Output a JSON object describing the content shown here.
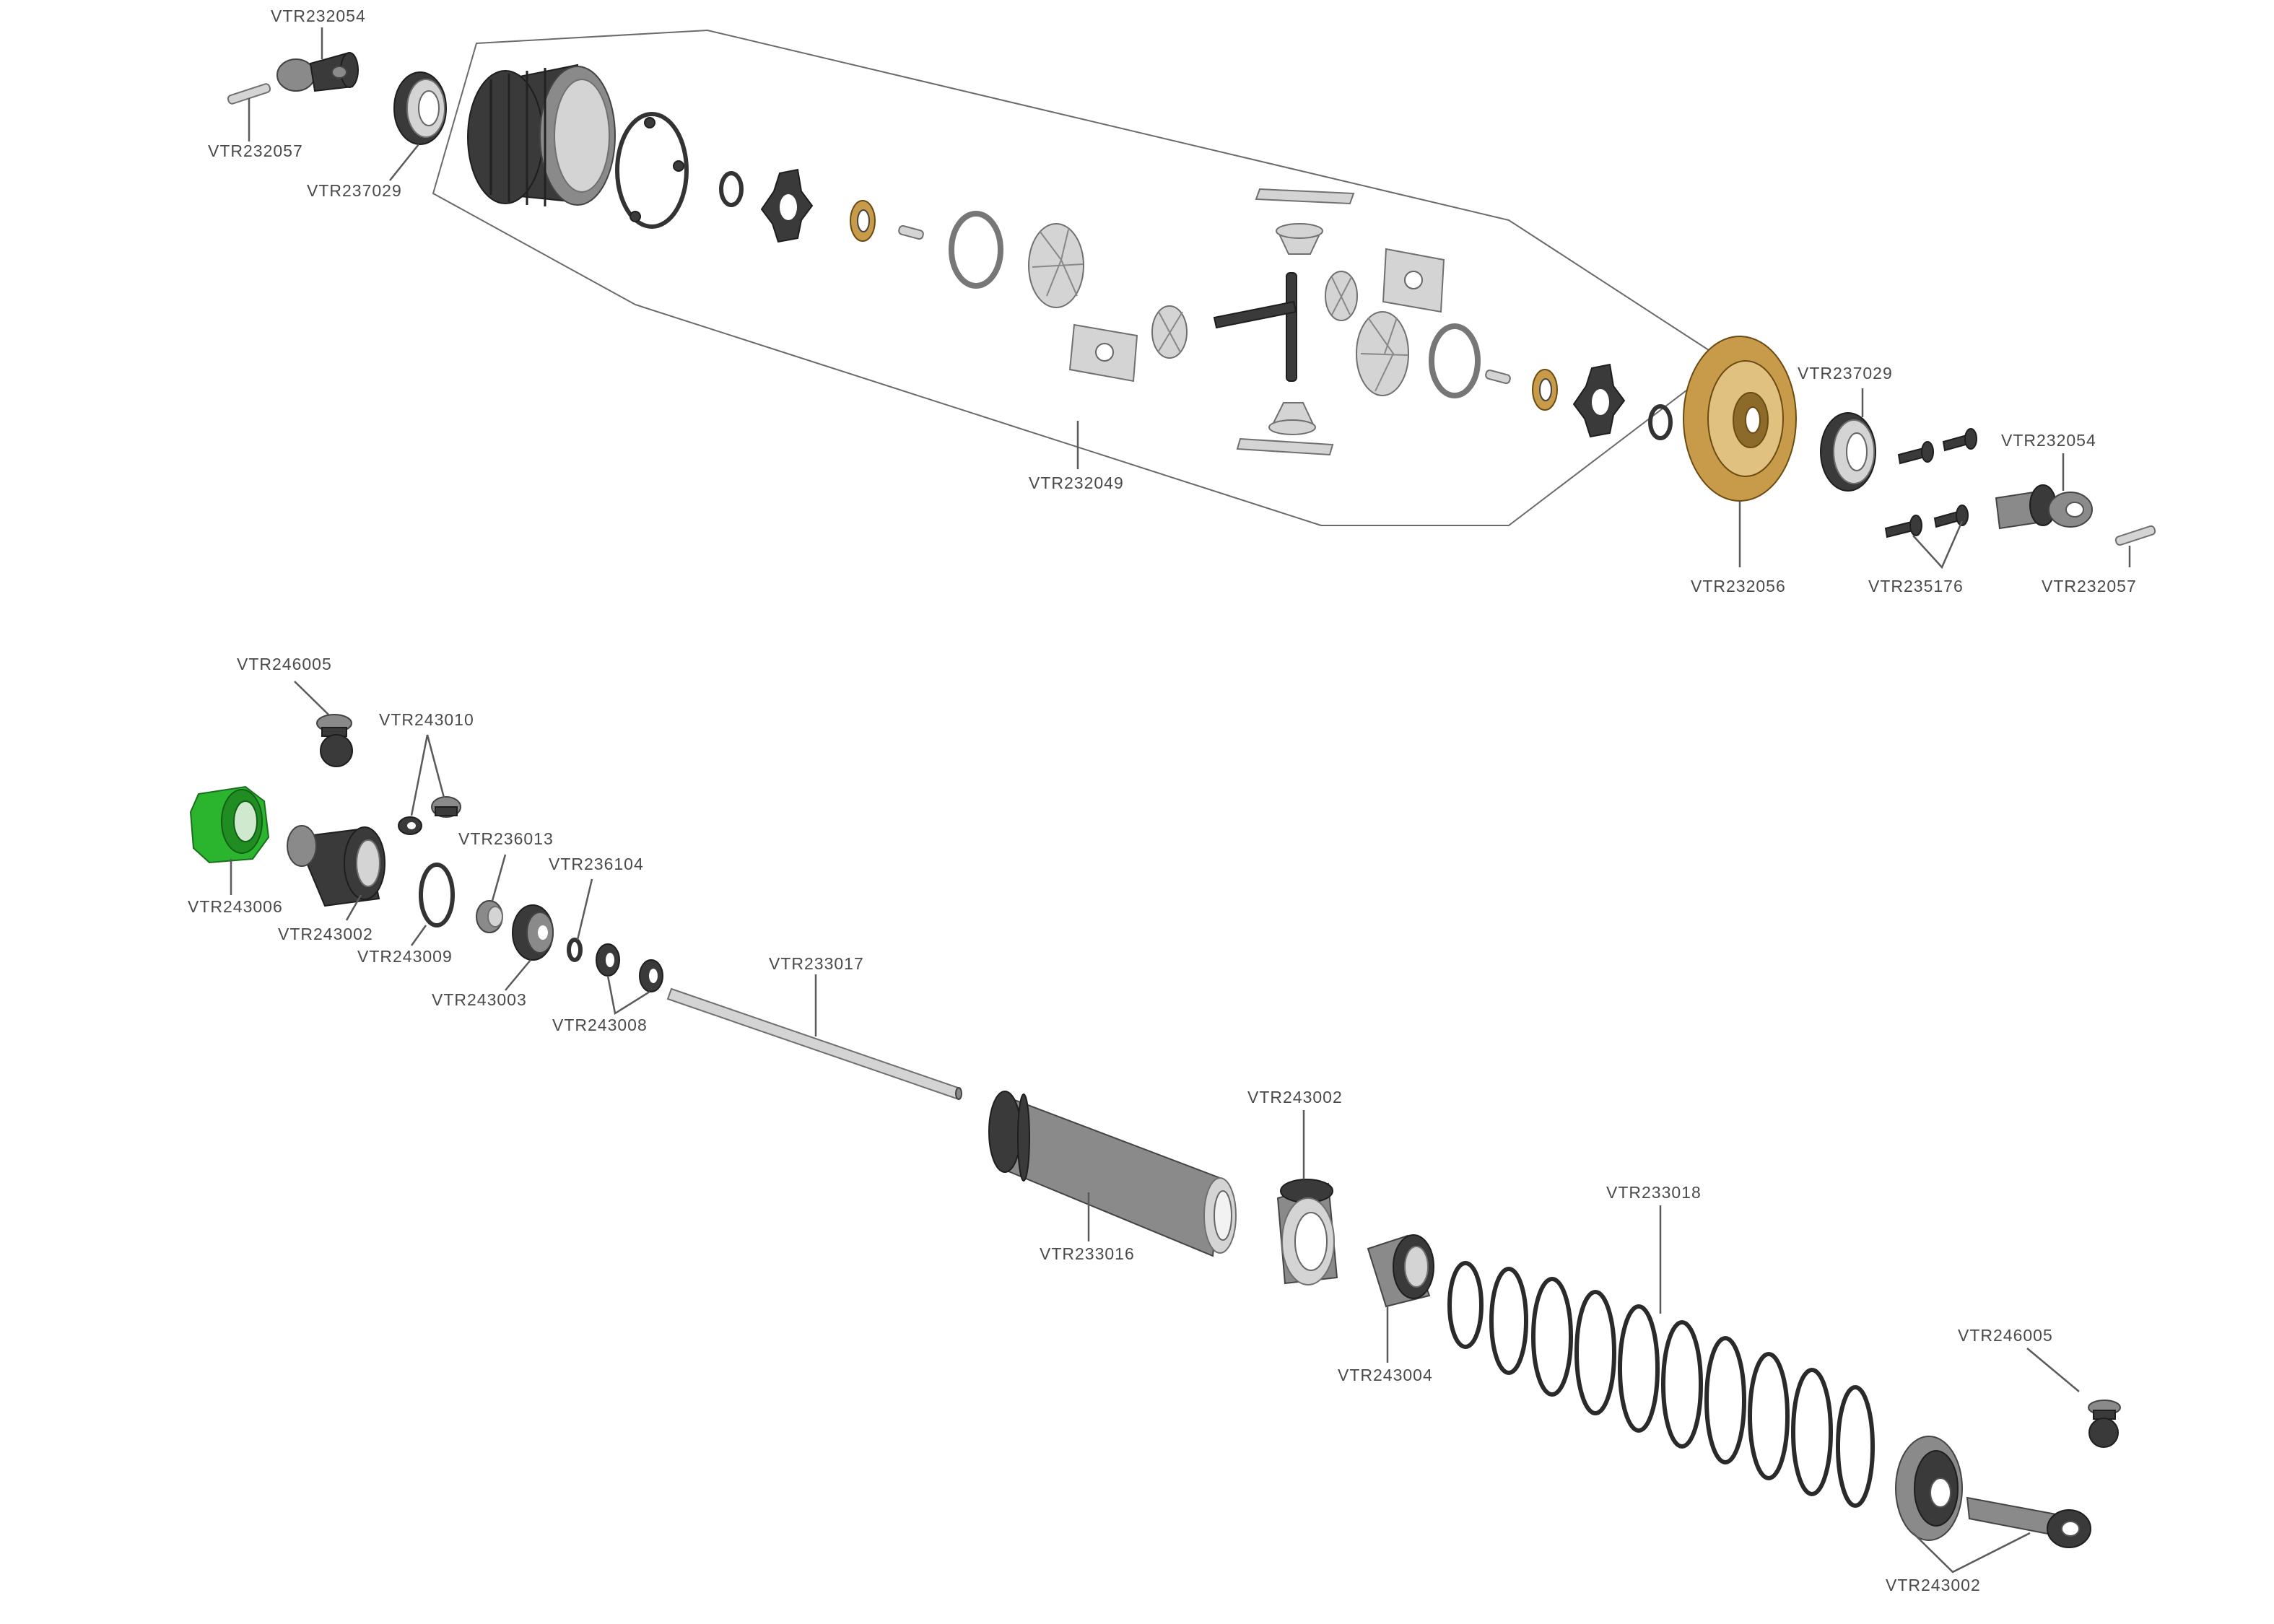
{
  "labels": {
    "top_vtr232054_left": "VTR232054",
    "top_vtr232057_left": "VTR232057",
    "top_vtr237029_left": "VTR237029",
    "top_vtr232049": "VTR232049",
    "top_vtr237029_right": "VTR237029",
    "top_vtr232054_right": "VTR232054",
    "top_vtr232056": "VTR232056",
    "top_vtr235176": "VTR235176",
    "top_vtr232057_right": "VTR232057",
    "bot_vtr246005_left": "VTR246005",
    "bot_vtr243010": "VTR243010",
    "bot_vtr236013": "VTR236013",
    "bot_vtr236104": "VTR236104",
    "bot_vtr243006": "VTR243006",
    "bot_vtr243002_left": "VTR243002",
    "bot_vtr243009": "VTR243009",
    "bot_vtr243003": "VTR243003",
    "bot_vtr243008": "VTR243008",
    "bot_vtr233017": "VTR233017",
    "bot_vtr243002_mid": "VTR243002",
    "bot_vtr233016": "VTR233016",
    "bot_vtr233018": "VTR233018",
    "bot_vtr243004": "VTR243004",
    "bot_vtr246005_right": "VTR246005",
    "bot_vtr243002_right": "VTR243002"
  },
  "colors": {
    "gear_gold": "#c89b4a",
    "nut_green": "#2bb52f",
    "label_text": "#4a4a4a"
  }
}
